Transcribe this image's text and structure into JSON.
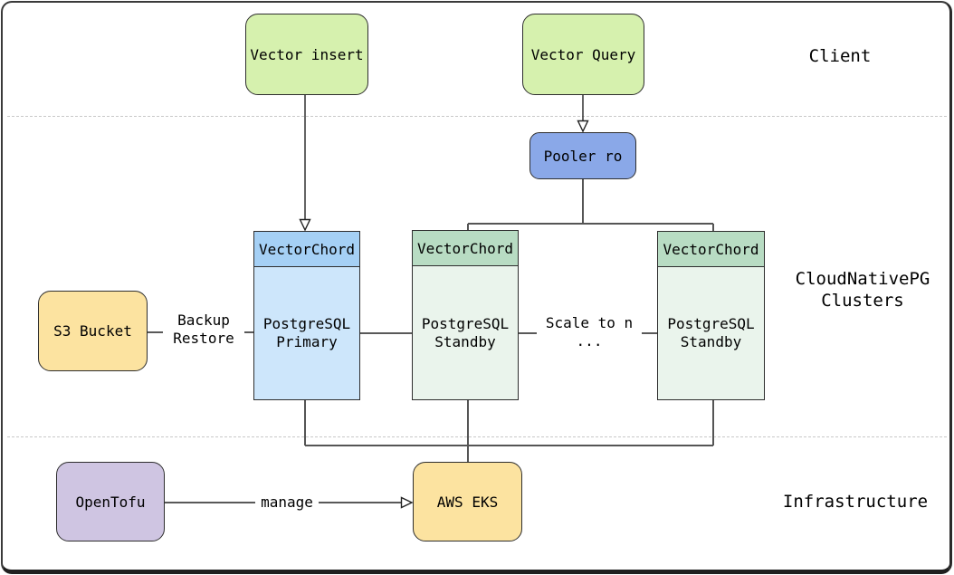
{
  "sections": {
    "client": {
      "label": "Client"
    },
    "cnpg": {
      "label_line1": "CloudNativePG",
      "label_line2": "Clusters"
    },
    "infra": {
      "label": "Infrastructure"
    }
  },
  "nodes": {
    "vector_insert": {
      "label": "Vector insert"
    },
    "vector_query": {
      "label": "Vector Query"
    },
    "pooler_ro": {
      "label": "Pooler ro"
    },
    "s3_bucket": {
      "label": "S3 Bucket"
    },
    "pg_primary": {
      "header": "VectorChord",
      "body_line1": "PostgreSQL",
      "body_line2": "Primary"
    },
    "pg_standby_1": {
      "header": "VectorChord",
      "body_line1": "PostgreSQL",
      "body_line2": "Standby"
    },
    "pg_standby_2": {
      "header": "VectorChord",
      "body_line1": "PostgreSQL",
      "body_line2": "Standby"
    },
    "opentofu": {
      "label": "OpenTofu"
    },
    "aws_eks": {
      "label": "AWS EKS"
    }
  },
  "edges": {
    "backup_restore": {
      "label_line1": "Backup",
      "label_line2": "Restore"
    },
    "scale_to_n": {
      "label_line1": "Scale to n",
      "label_line2": "..."
    },
    "manage": {
      "label": "manage"
    }
  },
  "colors": {
    "client_node_fill": "#d6f1ae",
    "pooler_node_fill": "#8aa8e8",
    "primary_header_fill": "#a5d0f5",
    "primary_body_fill": "#cde6fb",
    "standby_header_fill": "#b8dcc3",
    "standby_body_fill": "#eaf4ec",
    "storage_node_fill": "#fce3a0",
    "opentofu_node_fill": "#cfc5e2",
    "node_border": "#2e2e2e",
    "thin_edge": "#222222",
    "thick_edge": "#555555",
    "divider": "#c9c9c9"
  }
}
